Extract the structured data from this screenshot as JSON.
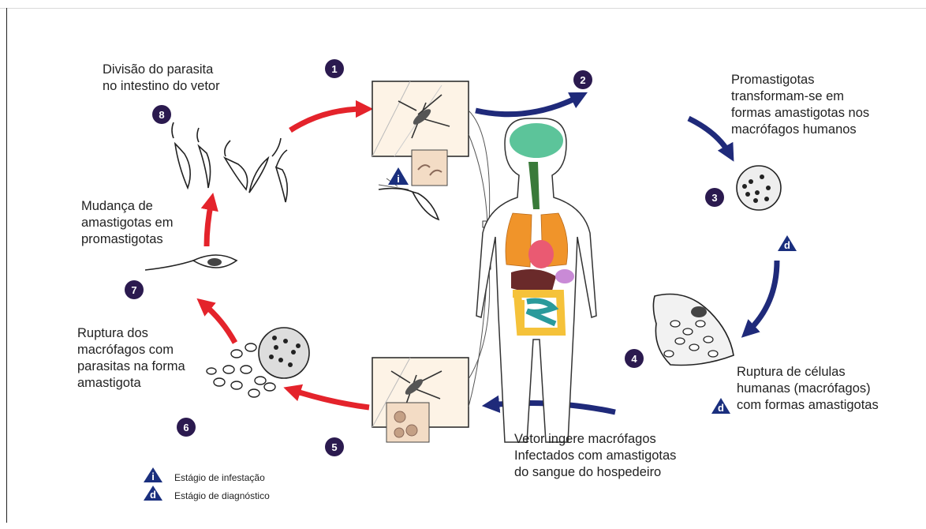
{
  "labels": {
    "step8": "Divisão do parasita\nno intestino do vetor",
    "step3": "Promastigotas\ntransformam-se em\nformas amastigotas nos\nmacrófagos humanos",
    "step7": "Mudança de\namastigotas em\npromastigotas",
    "step6": "Ruptura dos\nmacrófagos com\nparasitas na forma\namastigota",
    "step4": "Ruptura de células\nhumanas (macrófagos)\ncom formas amastigotas",
    "step5": "Vetor ingere macrófagos\nInfectados com amastigotas\ndo sangue do hospedeiro"
  },
  "steps": [
    "1",
    "2",
    "3",
    "4",
    "5",
    "6",
    "7",
    "8"
  ],
  "legend": {
    "infective_symbol": "i",
    "infective_text": "Estágio de infestação",
    "diagnostic_symbol": "d",
    "diagnostic_text": "Estágio de diagnóstico"
  },
  "colors": {
    "step_circle": "#2b1a4f",
    "red_arrow": "#e4232b",
    "blue_arrow": "#1f2a7a",
    "triangle": "#1a2f7e",
    "lungs": "#f0942a",
    "brain": "#5cc49a",
    "intestine_small": "#2a9a9b",
    "intestine_large": "#f5c23a"
  }
}
